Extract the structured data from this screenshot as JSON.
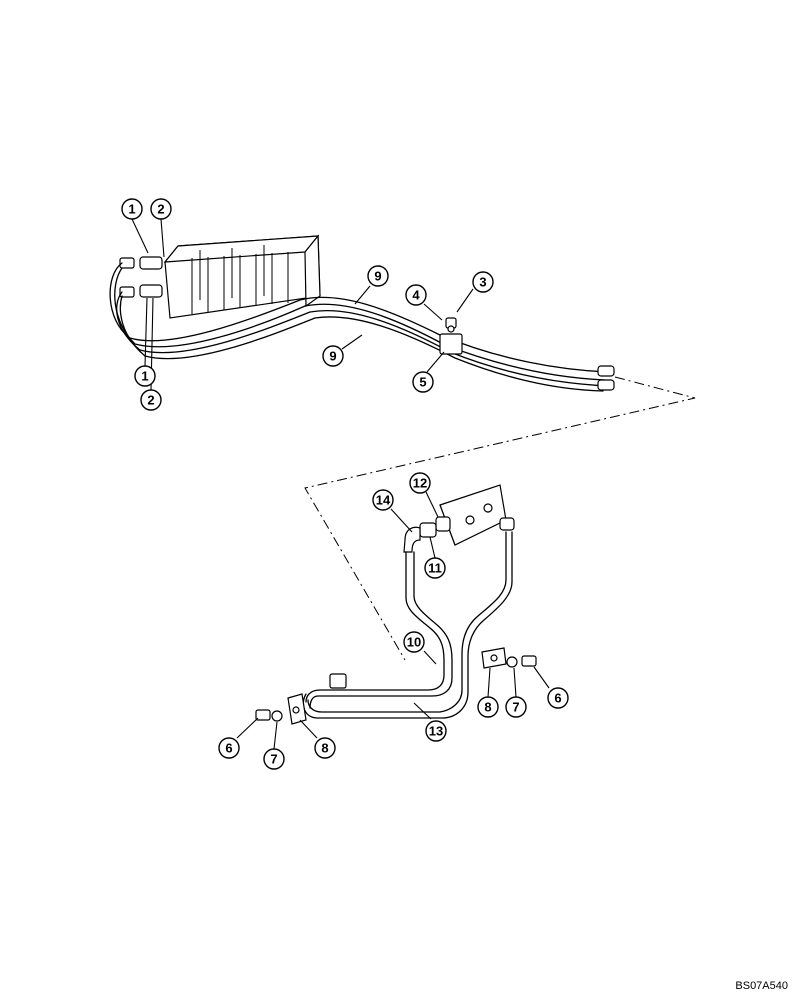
{
  "figure_code": "BS07A540",
  "callouts": [
    {
      "id": "c1a",
      "label": "1"
    },
    {
      "id": "c2a",
      "label": "2"
    },
    {
      "id": "c1b",
      "label": "1"
    },
    {
      "id": "c2b",
      "label": "2"
    },
    {
      "id": "c9a",
      "label": "9"
    },
    {
      "id": "c9b",
      "label": "9"
    },
    {
      "id": "c4",
      "label": "4"
    },
    {
      "id": "c3",
      "label": "3"
    },
    {
      "id": "c5",
      "label": "5"
    },
    {
      "id": "c12",
      "label": "12"
    },
    {
      "id": "c14",
      "label": "14"
    },
    {
      "id": "c11",
      "label": "11"
    },
    {
      "id": "c10",
      "label": "10"
    },
    {
      "id": "c13",
      "label": "13"
    },
    {
      "id": "c8r",
      "label": "8"
    },
    {
      "id": "c7r",
      "label": "7"
    },
    {
      "id": "c6r",
      "label": "6"
    },
    {
      "id": "c6l",
      "label": "6"
    },
    {
      "id": "c7l",
      "label": "7"
    },
    {
      "id": "c8l",
      "label": "8"
    }
  ]
}
